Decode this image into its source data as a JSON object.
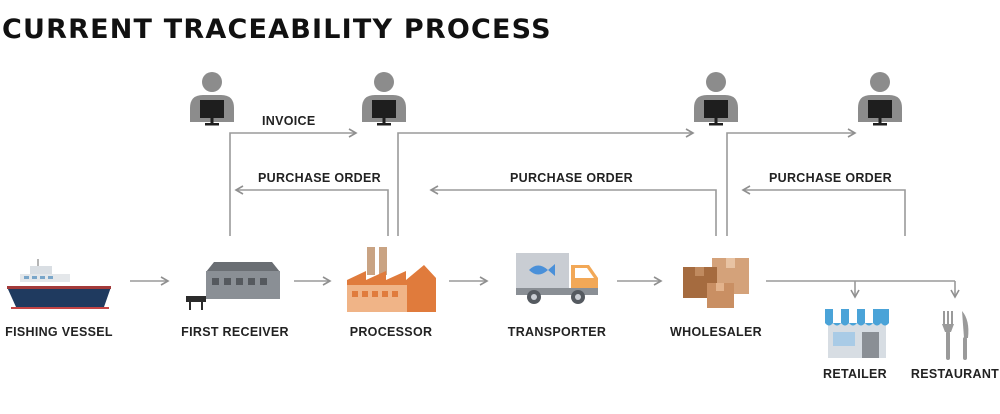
{
  "title": "CURRENT TRACEABILITY PROCESS",
  "nodes": {
    "fishing_vessel": "FISHING VESSEL",
    "first_receiver": "FIRST RECEIVER",
    "processor": "PROCESSOR",
    "transporter": "TRANSPORTER",
    "wholesaler": "WHOLESALER",
    "retailer": "RETAILER",
    "restaurant": "RESTAURANT"
  },
  "flows": {
    "invoice": "INVOICE",
    "purchase_order_1": "PURCHASE ORDER",
    "purchase_order_2": "PURCHASE ORDER",
    "purchase_order_3": "PURCHASE ORDER"
  },
  "colors": {
    "line": "#9a9a9a",
    "person": "#8c8c8c",
    "factory": "#e07b3c",
    "boxes": "#a56b3f",
    "hull": "#1f3a5f",
    "truck_cargo": "#c9cdd3",
    "truck_cab": "#f2a857",
    "fish": "#4a90d9",
    "awning": "#4aa3d8"
  }
}
